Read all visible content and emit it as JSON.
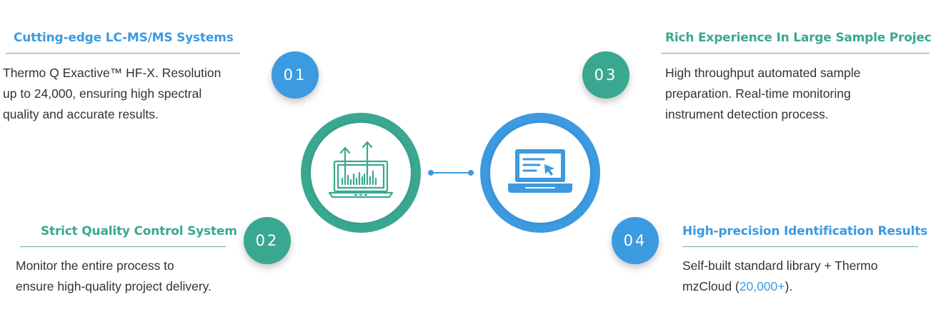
{
  "colors": {
    "blue": "#3c9ae0",
    "teal": "#3aa890",
    "rule_teal": "#5fb3a0",
    "text": "#333333"
  },
  "features": [
    {
      "title": "Cutting-edge LC-MS/MS Systems",
      "number": "01",
      "desc_lines": [
        "Thermo Q Exactive™ HF-X. Resolution",
        "up to 24,000, ensuring high spectral",
        "quality and accurate results."
      ]
    },
    {
      "title": "Strict Quality Control System",
      "number": "02",
      "desc_lines": [
        "Monitor the entire process to",
        "ensure high-quality project delivery."
      ]
    },
    {
      "title": "Rich Experience In Large Sample Projects",
      "number": "03",
      "desc_lines": [
        "High throughput automated sample",
        "preparation. Real-time monitoring",
        "instrument detection process."
      ]
    },
    {
      "title": "High-precision Identification Results",
      "number": "04",
      "desc_line1": "Self-built standard library + Thermo",
      "desc_line2_pre": "mzCloud (",
      "desc_line2_highlight": "20,000+",
      "desc_line2_post": ")."
    }
  ],
  "center": {
    "left_icon": "laptop-chart-icon",
    "right_icon": "laptop-screen-cursor-icon"
  }
}
